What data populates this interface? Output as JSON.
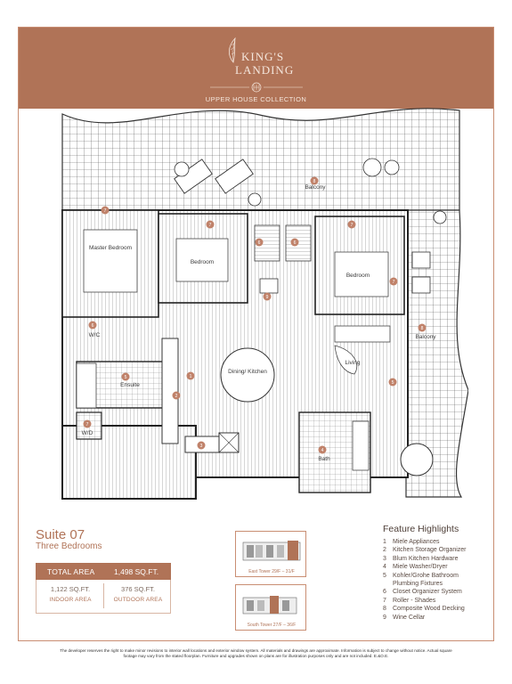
{
  "header": {
    "logo_line1": "KING'S",
    "logo_line2": "LANDING",
    "collection": "UPPER HOUSE COLLECTION",
    "background_color": "#b07357"
  },
  "floorplan": {
    "rooms": {
      "master_bedroom": "Master Bedroom",
      "bedroom_1": "Bedroom",
      "bedroom_2": "Bedroom",
      "dining_kitchen": "Dining/ Kitchen",
      "living": "Living",
      "balcony_top": "Balcony",
      "balcony_right": "Balcony",
      "wic": "W/C",
      "ensuite": "Ensuite",
      "wd": "W/D",
      "bath": "Bath"
    },
    "markers": [
      "7",
      "7",
      "7",
      "6",
      "6",
      "9",
      "8",
      "8",
      "7",
      "6",
      "5",
      "1",
      "2",
      "3",
      "4",
      "5",
      "7"
    ]
  },
  "suite": {
    "name": "Suite 07",
    "type": "Three Bedrooms"
  },
  "area": {
    "total_label": "TOTAL AREA",
    "total_value": "1,498 SQ.FT.",
    "indoor_value": "1,122 SQ.FT.",
    "indoor_label": "INDOOR AREA",
    "outdoor_value": "376 SQ.FT.",
    "outdoor_label": "OUTDOOR AREA"
  },
  "keyplans": [
    {
      "caption": "East Tower 29/F – 31/F"
    },
    {
      "caption": "South Tower 27/F – 36/F"
    }
  ],
  "features": {
    "title": "Feature Highlights",
    "items": [
      {
        "n": "1",
        "text": "Miele Appliances"
      },
      {
        "n": "2",
        "text": "Kitchen Storage Organizer"
      },
      {
        "n": "3",
        "text": "Blum Kitchen Hardware"
      },
      {
        "n": "4",
        "text": "Miele Washer/Dryer"
      },
      {
        "n": "5",
        "text": "Kohler/Grohe Bathroom Plumbing Fixtures"
      },
      {
        "n": "6",
        "text": "Closet Organizer System"
      },
      {
        "n": "7",
        "text": "Roller - Shades"
      },
      {
        "n": "8",
        "text": "Composite Wood Decking"
      },
      {
        "n": "9",
        "text": "Wine Cellar"
      }
    ]
  },
  "disclaimer": "The developer reserves the right to make minor revisions to interior wall locations and exterior window system. All materials and drawings are approximate. Information is subject to change without notice. Actual square footage may vary from the stated floorplan. Furniture and upgrades shown on plans are for illustration purposes only and are not included. E.&O.E."
}
